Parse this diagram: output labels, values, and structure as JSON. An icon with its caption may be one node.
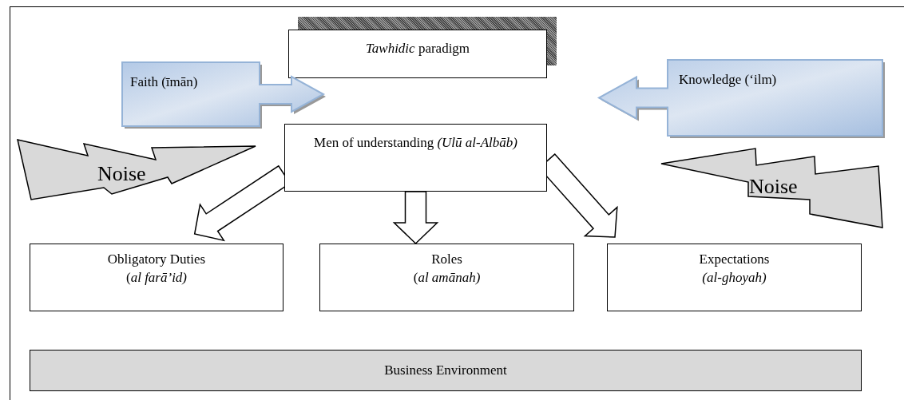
{
  "diagram": {
    "nodes": [
      {
        "text": [
          "*Tawhidic* paradigm"
        ]
      },
      {
        "text": [
          "Faith (īmān)"
        ]
      },
      {
        "text": [
          "Knowledge (‘ilm)"
        ]
      },
      {
        "text": [
          "Men of understanding *(Ulū al-Albāb)*"
        ]
      },
      {
        "text": [
          "Noise"
        ]
      },
      {
        "text": [
          "Noise"
        ]
      },
      {
        "text": [
          "Obligatory Duties",
          "(*al farā’id)*"
        ]
      },
      {
        "text": [
          "Roles",
          "(*al amānah)*"
        ]
      },
      {
        "text": [
          "Expectations",
          "*(al-ghoyah)*"
        ]
      },
      {
        "text": [
          "Business Environment"
        ]
      }
    ],
    "edges": [
      {
        "from": 3,
        "to": 6,
        "arrow": "to"
      },
      {
        "from": 3,
        "to": 7,
        "arrow": "to"
      },
      {
        "from": 3,
        "to": 8,
        "arrow": "to"
      }
    ]
  }
}
